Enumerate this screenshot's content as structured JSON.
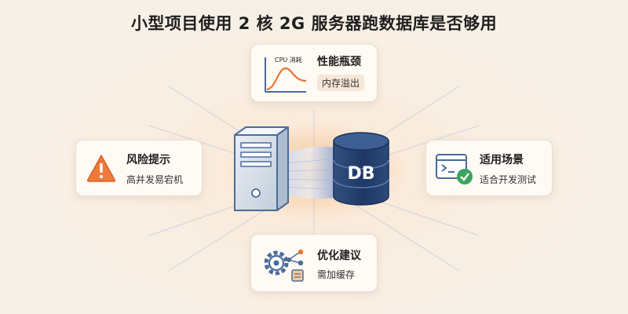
{
  "title": "小型项目使用 2 核 2G 服务器跑数据库是否够用",
  "cards": {
    "top": {
      "title": "性能瓶颈",
      "tag": "内存溢出",
      "chart_label": "CPU 消耗",
      "icon": "cpu-load-chart-icon"
    },
    "left": {
      "title": "风险提示",
      "subtitle": "高并发易宕机",
      "icon": "warning-icon"
    },
    "right": {
      "title": "适用场景",
      "subtitle": "适合开发测试",
      "icon": "terminal-check-icon"
    },
    "bottom": {
      "title": "优化建议",
      "subtitle": "需加缓存",
      "icon": "gear-network-icon"
    }
  },
  "center": {
    "server_icon": "server-icon",
    "database_icon": "database-icon",
    "database_label": "DB"
  },
  "colors": {
    "accent_orange": "#e8742f",
    "warning_orange": "#ef7a3a",
    "check_green": "#3aa55c",
    "icon_blue": "#4a6c9b",
    "db_navy": "#223b68"
  }
}
